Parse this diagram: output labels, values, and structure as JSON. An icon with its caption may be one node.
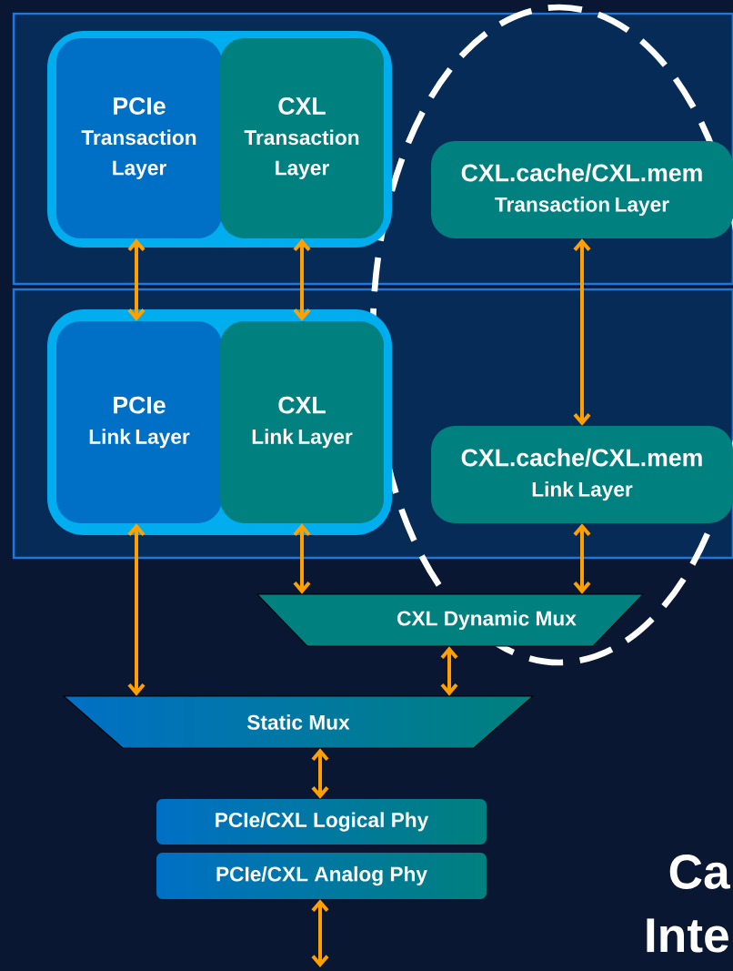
{
  "diagram": {
    "nodes": [
      {
        "text": [],
        "shape": "box"
      },
      {
        "text": [],
        "shape": "box"
      },
      {
        "text": [],
        "shape": "box",
        "in": 0
      },
      {
        "text": [
          "PCIe",
          "Transaction Layer"
        ],
        "in": 2
      },
      {
        "text": [
          "CXL",
          "Transaction Layer"
        ],
        "in": 2
      },
      {
        "text": [
          "CXL.cache/CXL.mem",
          "Transaction Layer"
        ],
        "in": 0
      },
      {
        "text": [],
        "shape": "box",
        "in": 1
      },
      {
        "text": [
          "PCIe",
          "Link Layer"
        ],
        "in": 6
      },
      {
        "text": [
          "CXL",
          "Link Layer"
        ],
        "in": 6
      },
      {
        "text": [
          "CXL.cache/CXL.mem",
          "Link Layer"
        ],
        "in": 1
      },
      {
        "text": [
          "CXL Dynamic Mux"
        ]
      },
      {
        "text": [
          "Static Mux"
        ]
      },
      {
        "text": [
          "PCIe/CXL Logical Phy"
        ]
      },
      {
        "text": [
          "PCIe/CXL Analog Phy"
        ]
      }
    ],
    "edges": [
      {
        "from": 3,
        "to": 7,
        "arrow": "both"
      },
      {
        "from": 4,
        "to": 8,
        "arrow": "both"
      },
      {
        "from": 5,
        "to": 9,
        "arrow": "both"
      },
      {
        "from": 7,
        "to": 11,
        "arrow": "both"
      },
      {
        "from": 8,
        "to": 10,
        "arrow": "both"
      },
      {
        "from": 9,
        "to": 10,
        "arrow": "both"
      },
      {
        "from": 10,
        "to": 11,
        "arrow": "both"
      },
      {
        "from": 11,
        "to": 12,
        "arrow": "both"
      },
      {
        "from": 13,
        "to": null,
        "arrow": "both"
      }
    ],
    "labels": [
      "Ca",
      "Inte"
    ]
  }
}
